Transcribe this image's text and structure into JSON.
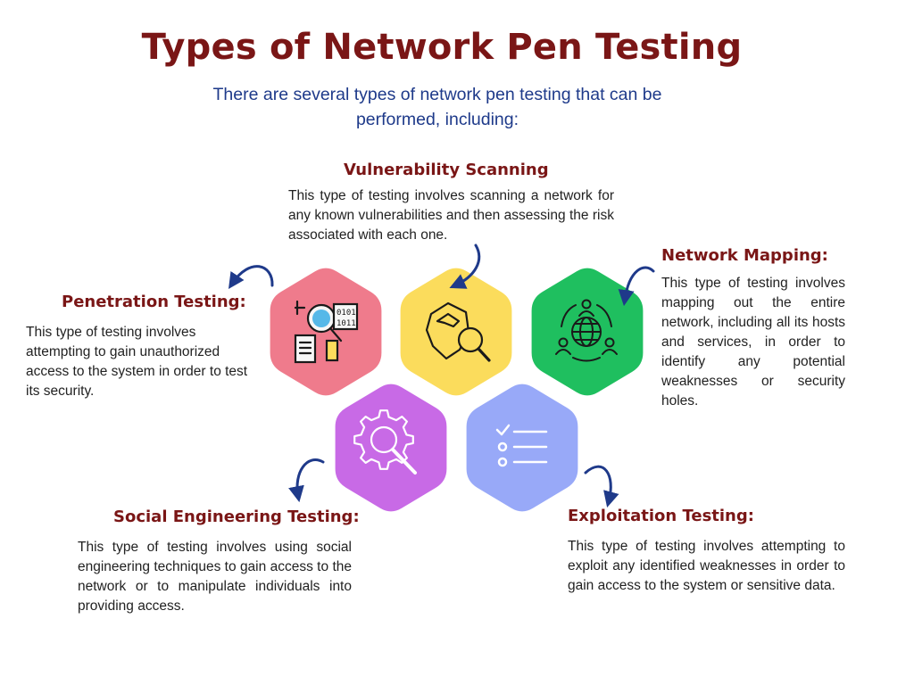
{
  "title": "Types of Network Pen Testing",
  "subtitle": "There are several types of network pen testing that can be performed, including:",
  "colors": {
    "title": "#7a1616",
    "subtitle": "#1e3a8a",
    "arrow": "#1f3a8a",
    "hex_penetration": "#ef7b8c",
    "hex_vulnerability": "#fbdc5c",
    "hex_mapping": "#1fbf5f",
    "hex_social": "#c86ae6",
    "hex_exploitation": "#98a9f8"
  },
  "sections": {
    "vulnerability": {
      "heading": "Vulnerability Scanning",
      "text": "This type of testing involves scanning a network for any known vulnerabilities and then assessing the risk associated with each one.",
      "icon": "shield-magnifier-icon"
    },
    "mapping": {
      "heading": "Network Mapping:",
      "text": "This type of testing involves mapping out the entire network, including all its hosts and services, in order to identify any potential weaknesses or security holes.",
      "icon": "globe-network-icon"
    },
    "penetration": {
      "heading": "Penetration Testing:",
      "text": "This type of testing involves attempting to gain unauthorized access to the system in order to test its security.",
      "icon": "binary-magnifier-icon"
    },
    "social": {
      "heading": "Social Engineering Testing:",
      "text": "This type of testing involves using social engineering techniques to gain access to the network or to manipulate individuals into providing access.",
      "icon": "gear-magnifier-icon"
    },
    "exploitation": {
      "heading": "Exploitation Testing:",
      "text": "This type of testing involves attempting to exploit any identified weaknesses in order to gain access to the system or sensitive data.",
      "icon": "checklist-icon"
    }
  }
}
